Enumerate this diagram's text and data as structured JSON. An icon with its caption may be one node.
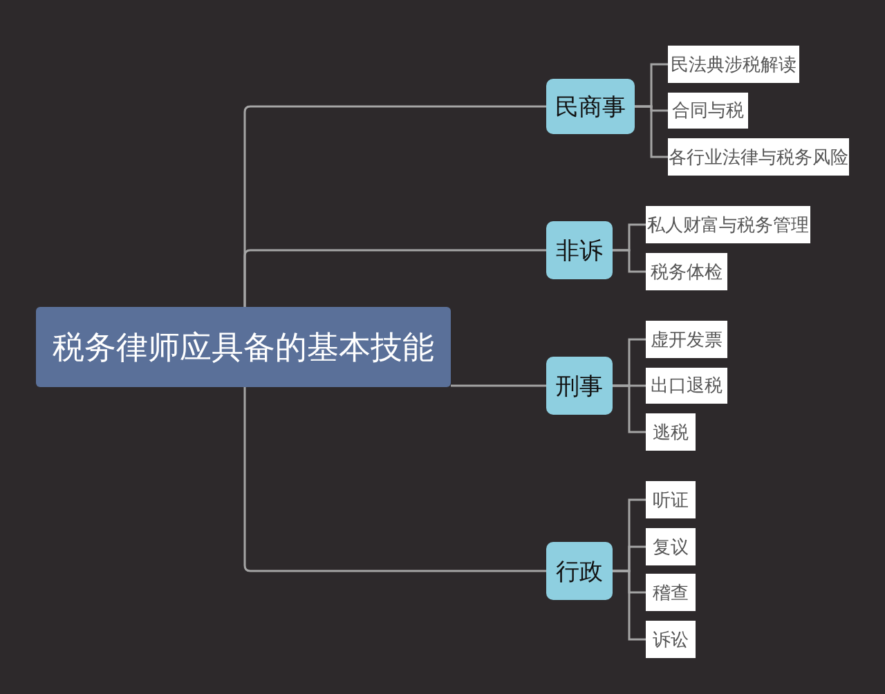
{
  "diagram": {
    "nodes": [
      {
        "text": [
          "税务律师应具备的基本技能"
        ]
      },
      {
        "text": [
          "民商事"
        ]
      },
      {
        "text": [
          "民法典涉税解读"
        ]
      },
      {
        "text": [
          "合同与税"
        ]
      },
      {
        "text": [
          "各行业法律与税务风险"
        ]
      },
      {
        "text": [
          "非诉"
        ]
      },
      {
        "text": [
          "私人财富与税务管理"
        ]
      },
      {
        "text": [
          "税务体检"
        ]
      },
      {
        "text": [
          "刑事"
        ]
      },
      {
        "text": [
          "虚开发票"
        ]
      },
      {
        "text": [
          "出口退税"
        ]
      },
      {
        "text": [
          "逃税"
        ]
      },
      {
        "text": [
          "行政"
        ]
      },
      {
        "text": [
          "听证"
        ]
      },
      {
        "text": [
          "复议"
        ]
      },
      {
        "text": [
          "稽查"
        ]
      },
      {
        "text": [
          "诉讼"
        ]
      }
    ],
    "edges": [
      {
        "from": 0,
        "to": 1,
        "arrow": "none"
      },
      {
        "from": 1,
        "to": 2,
        "arrow": "none"
      },
      {
        "from": 1,
        "to": 3,
        "arrow": "none"
      },
      {
        "from": 1,
        "to": 4,
        "arrow": "none"
      },
      {
        "from": 0,
        "to": 5,
        "arrow": "none"
      },
      {
        "from": 5,
        "to": 6,
        "arrow": "none"
      },
      {
        "from": 5,
        "to": 7,
        "arrow": "none"
      },
      {
        "from": 0,
        "to": 8,
        "arrow": "none"
      },
      {
        "from": 8,
        "to": 9,
        "arrow": "none"
      },
      {
        "from": 8,
        "to": 10,
        "arrow": "none"
      },
      {
        "from": 8,
        "to": 11,
        "arrow": "none"
      },
      {
        "from": 0,
        "to": 12,
        "arrow": "none"
      },
      {
        "from": 12,
        "to": 13,
        "arrow": "none"
      },
      {
        "from": 12,
        "to": 14,
        "arrow": "none"
      },
      {
        "from": 12,
        "to": 15,
        "arrow": "none"
      },
      {
        "from": 12,
        "to": 16,
        "arrow": "none"
      }
    ]
  }
}
